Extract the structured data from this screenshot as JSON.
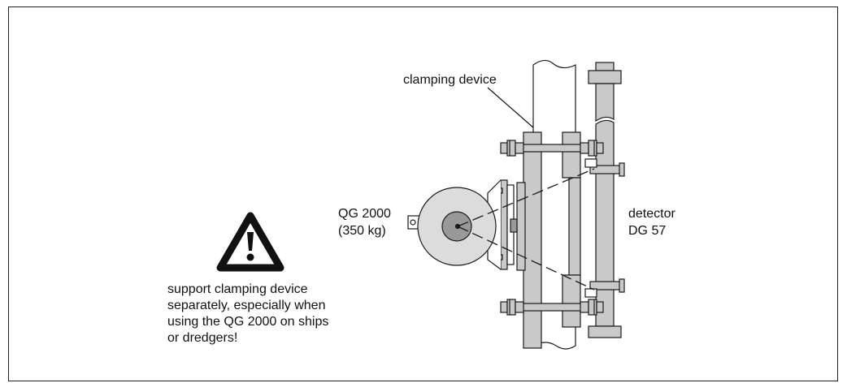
{
  "labels": {
    "clamping_device": "clamping device",
    "source_line1": "QG 2000",
    "source_line2": "(350 kg)",
    "detector_line1": "detector",
    "detector_line2": "DG 57"
  },
  "warning": {
    "line1": "support clamping device",
    "line2": "separately, especially when",
    "line3": "using the QG 2000 on ships",
    "line4": "or dredgers!"
  },
  "colors": {
    "gray_fill": "#c9c9c9",
    "dark_gray": "#999999",
    "stroke": "#1a1a1a"
  },
  "icons": {
    "warning": "warning-triangle-icon"
  }
}
